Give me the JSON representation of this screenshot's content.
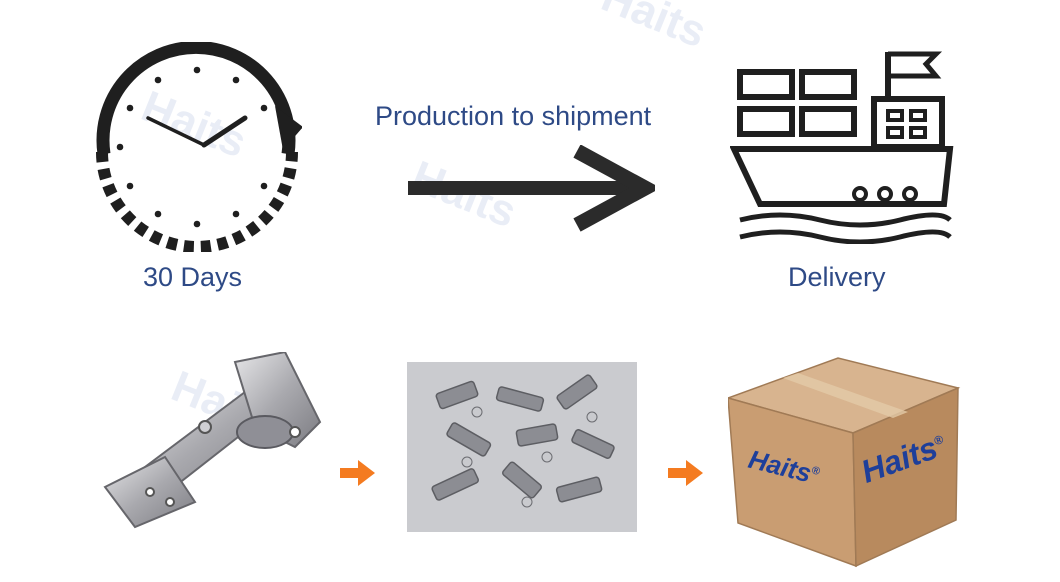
{
  "top": {
    "left_label": "30 Days",
    "arrow_label": "Production to shipment",
    "right_label": "Delivery"
  },
  "brand": {
    "name": "Haits",
    "registered_mark": "®",
    "color_blue": "#1e3f9a",
    "color_orange": "#f07a1a"
  },
  "colors": {
    "label_text": "#2e4a86",
    "icon_dark": "#1f1f1f",
    "small_arrow": "#f47b20",
    "box_cardboard": "#c9a07a"
  },
  "icons": {
    "clock": "clock-icon",
    "ship": "ship-icon",
    "big_arrow": "arrow-right-icon",
    "small_arrow": "arrow-right-icon"
  }
}
